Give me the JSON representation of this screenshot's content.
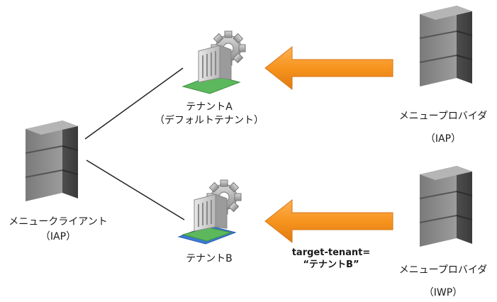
{
  "nodes": {
    "tenant_a": {
      "label": "テナントA",
      "sublabel": "（デフォルトテナント）"
    },
    "tenant_b": {
      "label": "テナントB"
    },
    "menu_client": {
      "label": "メニュークライアント",
      "sublabel": "（IAP）"
    },
    "menu_provider_top": {
      "label": "メニュープロバイダ",
      "sublabel": "（IAP）"
    },
    "menu_provider_bottom": {
      "label": "メニュープロバイダ",
      "sublabel": "（IWP）"
    }
  },
  "arrow_annotation": {
    "line1": "target-tenant=",
    "line2": "“テナントB”"
  },
  "colors": {
    "arrow_orange": "#f7941d",
    "arrow_light": "#fcc37a",
    "server_dark": "#5a5a5a",
    "server_light": "#9a9a9a",
    "grass_green": "#5cb85c",
    "tenant_b_base": "#3a7bd5",
    "connector": "#222222"
  },
  "icons": {
    "server": "server-tower-icon",
    "tenant": "building-gear-icon"
  }
}
